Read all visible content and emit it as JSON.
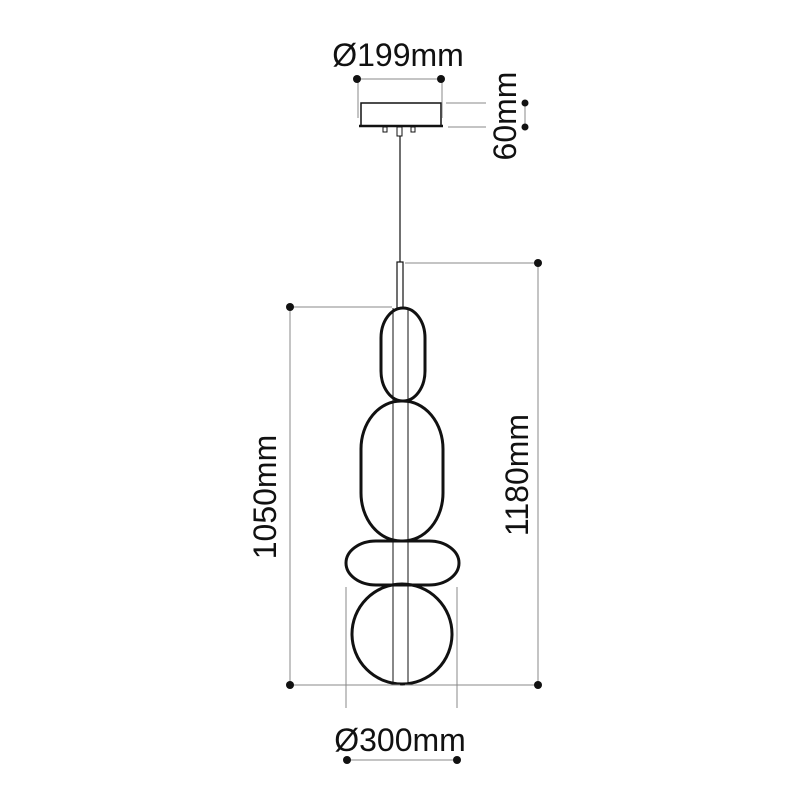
{
  "dimensions": {
    "canopy_diameter": "Ø199mm",
    "canopy_height": "60mm",
    "shade_height": "1050mm",
    "total_height": "1180mm",
    "shade_diameter": "Ø300mm"
  },
  "colors": {
    "ink": "#111111",
    "dimension_line": "#888888"
  }
}
